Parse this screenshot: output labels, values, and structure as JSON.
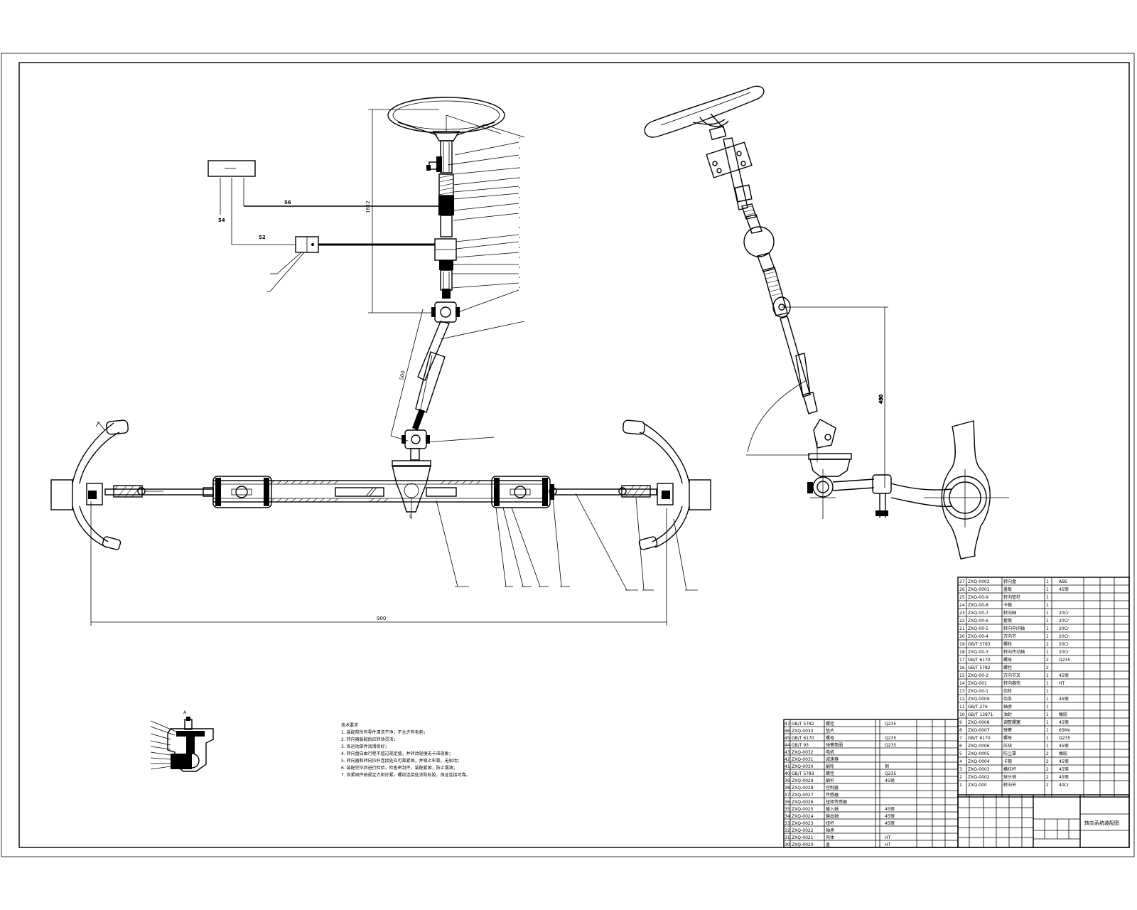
{
  "dimensions": {
    "main_width": "900",
    "main_height": "1612",
    "column_length": "500",
    "right_height": "490"
  },
  "labels": {
    "wire_upper": "56",
    "wire_lower": "52",
    "wire_vert": "54"
  },
  "notes": [
    "技术要求",
    "1. 装配前所有零件清洗干净，不允许有毛刺；",
    "2. 转向器装配后应转动灵活；",
    "3. 各运动部件润滑良好；",
    "4. 转向盘自由行程不超过规定值，并转动轻便无卡滞现象；",
    "5. 转向器和转向拉杆连接处应可靠紧固，并锁止牢靠，无松动；",
    "6. 装配完毕后进行检验，检查密封件，装配紧固，防止漏油；",
    "7. 各紧固件按规定力矩拧紧，螺纹连接处涂防松胶，保证连接可靠。"
  ],
  "title_block": {
    "drawing_title": "转向系统装配图"
  },
  "parts_right": [
    {
      "no": "27",
      "code": "ZXQ-0002",
      "name": "转向盘",
      "qty": "1",
      "mat": "ABS"
    },
    {
      "no": "26",
      "code": "ZXQ-0001",
      "name": "盖板",
      "qty": "1",
      "mat": "45钢"
    },
    {
      "no": "25",
      "code": "ZXQ-00-9",
      "name": "转向管柱",
      "qty": "1",
      "mat": ""
    },
    {
      "no": "24",
      "code": "ZXQ-00-8",
      "name": "卡箍",
      "qty": "1",
      "mat": ""
    },
    {
      "no": "23",
      "code": "ZXQ-00-7",
      "name": "转向轴",
      "qty": "1",
      "mat": "20Cr"
    },
    {
      "no": "22",
      "code": "ZXQ-00-6",
      "name": "套筒",
      "qty": "1",
      "mat": "20Cr"
    },
    {
      "no": "21",
      "code": "ZXQ-00-5",
      "name": "转向中间轴",
      "qty": "1",
      "mat": "20Cr"
    },
    {
      "no": "20",
      "code": "ZXQ-00-4",
      "name": "万向节",
      "qty": "1",
      "mat": "20Cr"
    },
    {
      "no": "19",
      "code": "GB/T 5783",
      "name": "螺栓",
      "qty": "2",
      "mat": "20Cr"
    },
    {
      "no": "18",
      "code": "ZXQ-00-3",
      "name": "转向传动轴",
      "qty": "1",
      "mat": "20Cr"
    },
    {
      "no": "17",
      "code": "GB/T 6170",
      "name": "螺母",
      "qty": "2",
      "mat": "Q235"
    },
    {
      "no": "16",
      "code": "GB/T 5782",
      "name": "螺栓",
      "qty": "2",
      "mat": ""
    },
    {
      "no": "15",
      "code": "ZXQ-00-2",
      "name": "万向节叉",
      "qty": "1",
      "mat": "45钢"
    },
    {
      "no": "14",
      "code": "ZXQ-001",
      "name": "转向器壳",
      "qty": "1",
      "mat": "HT"
    },
    {
      "no": "13",
      "code": "ZXQ-00-1",
      "name": "齿轮",
      "qty": "1",
      "mat": ""
    },
    {
      "no": "12",
      "code": "ZXQ-0009",
      "name": "齿条",
      "qty": "1",
      "mat": "45钢"
    },
    {
      "no": "11",
      "code": "GB/T 276",
      "name": "轴承",
      "qty": "1",
      "mat": ""
    },
    {
      "no": "10",
      "code": "GB/T 13871",
      "name": "油封",
      "qty": "1",
      "mat": "橡胶"
    },
    {
      "no": "9",
      "code": "ZXQ-0008",
      "name": "调整螺塞",
      "qty": "1",
      "mat": "45钢"
    },
    {
      "no": "8",
      "code": "ZXQ-0007",
      "name": "弹簧",
      "qty": "1",
      "mat": "65Mn"
    },
    {
      "no": "7",
      "code": "GB/T 6170",
      "name": "螺母",
      "qty": "1",
      "mat": "Q235"
    },
    {
      "no": "6",
      "code": "ZXQ-0006",
      "name": "压块",
      "qty": "1",
      "mat": "45钢"
    },
    {
      "no": "5",
      "code": "ZXQ-0005",
      "name": "防尘罩",
      "qty": "2",
      "mat": "橡胶"
    },
    {
      "no": "4",
      "code": "ZXQ-0004",
      "name": "卡箍",
      "qty": "2",
      "mat": "45钢"
    },
    {
      "no": "3",
      "code": "ZXQ-0003",
      "name": "横拉杆",
      "qty": "2",
      "mat": "45钢"
    },
    {
      "no": "2",
      "code": "ZXQ-0002",
      "name": "球头销",
      "qty": "2",
      "mat": "45钢"
    },
    {
      "no": "1",
      "code": "ZXQ-000",
      "name": "转向节",
      "qty": "2",
      "mat": "40Cr"
    }
  ],
  "parts_left": [
    {
      "no": "47",
      "code": "GB/T 5782",
      "name": "螺栓",
      "mat": "Q235"
    },
    {
      "no": "46",
      "code": "ZXQ-0033",
      "name": "垫片",
      "mat": ""
    },
    {
      "no": "45",
      "code": "GB/T 6170",
      "name": "螺母",
      "mat": "Q235"
    },
    {
      "no": "44",
      "code": "GB/T 93",
      "name": "弹簧垫圈",
      "mat": "Q235"
    },
    {
      "no": "43",
      "code": "ZXQ-0032",
      "name": "电机",
      "mat": ""
    },
    {
      "no": "42",
      "code": "ZXQ-0031",
      "name": "减速器",
      "mat": ""
    },
    {
      "no": "41",
      "code": "ZXQ-0030",
      "name": "蜗轮",
      "mat": "铜"
    },
    {
      "no": "40",
      "code": "GB/T 5783",
      "name": "螺栓",
      "mat": "Q235"
    },
    {
      "no": "39",
      "code": "ZXQ-0029",
      "name": "蜗杆",
      "mat": "45钢"
    },
    {
      "no": "38",
      "code": "ZXQ-0028",
      "name": "控制器",
      "mat": ""
    },
    {
      "no": "37",
      "code": "ZXQ-0027",
      "name": "传感器",
      "mat": ""
    },
    {
      "no": "36",
      "code": "ZXQ-0026",
      "name": "扭矩传感器",
      "mat": ""
    },
    {
      "no": "35",
      "code": "ZXQ-0025",
      "name": "输入轴",
      "mat": "45钢"
    },
    {
      "no": "34",
      "code": "ZXQ-0024",
      "name": "输出轴",
      "mat": "45钢"
    },
    {
      "no": "33",
      "code": "ZXQ-0023",
      "name": "扭杆",
      "mat": "45钢"
    },
    {
      "no": "32",
      "code": "ZXQ-0022",
      "name": "轴承",
      "mat": ""
    },
    {
      "no": "31",
      "code": "ZXQ-0021",
      "name": "壳体",
      "mat": "HT"
    },
    {
      "no": "30",
      "code": "ZXQ-0020",
      "name": "盖",
      "mat": "HT"
    }
  ]
}
